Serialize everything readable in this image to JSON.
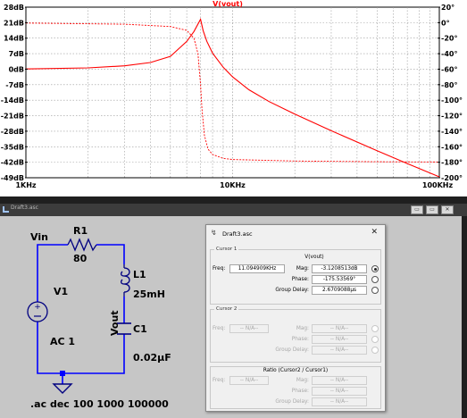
{
  "plot": {
    "trace_title": "V(vout)",
    "left_axis_ticks": [
      "28dB",
      "21dB",
      "14dB",
      "7dB",
      "0dB",
      "-7dB",
      "-14dB",
      "-21dB",
      "-28dB",
      "-35dB",
      "-42dB",
      "-49dB"
    ],
    "right_axis_ticks": [
      "20°",
      "0°",
      "-20°",
      "-40°",
      "-60°",
      "-80°",
      "-100°",
      "-120°",
      "-140°",
      "-160°",
      "-180°",
      "-200°"
    ],
    "x_axis_ticks": [
      "1KHz",
      "10KHz",
      "100KHz"
    ],
    "colors": {
      "trace": "#ff0000",
      "grid": "#9a9a9a",
      "background": "#ffffff"
    }
  },
  "chart_data": {
    "type": "line",
    "title": "V(vout)",
    "x_scale": "log",
    "x_range_hz": [
      1000,
      100000
    ],
    "y_left_range_db": [
      -49,
      28
    ],
    "y_right_range_deg": [
      -200,
      20
    ],
    "grid": true,
    "series": [
      {
        "name": "",
        "style": "solid",
        "axis": "left",
        "x": [
          1000,
          2000,
          3000,
          4000,
          5000,
          6000,
          6500,
          7000,
          7200,
          7500,
          8000,
          9000,
          10000,
          12000,
          15000,
          20000,
          30000,
          50000,
          70000,
          100000
        ],
        "y": [
          0.1,
          0.6,
          1.5,
          3.0,
          5.8,
          12.5,
          17.0,
          22.5,
          17.4,
          12.6,
          7.2,
          0.9,
          -3.5,
          -9.3,
          -14.6,
          -20.3,
          -27.8,
          -36.8,
          -42.6,
          -48.6
        ]
      },
      {
        "name": "",
        "style": "dashed",
        "axis": "right",
        "x": [
          1000,
          3000,
          5000,
          6000,
          6500,
          6800,
          7000,
          7100,
          7300,
          7600,
          8000,
          9000,
          10000,
          20000,
          50000,
          100000
        ],
        "y": [
          -0.5,
          -2.0,
          -5.0,
          -10.0,
          -20.0,
          -40.0,
          -80.0,
          -110.0,
          -145.0,
          -163.0,
          -170.0,
          -175.0,
          -176.5,
          -178.5,
          -179.4,
          -179.7
        ]
      }
    ]
  },
  "schematic": {
    "window_title": "Draft3.asc",
    "win_buttons": [
      "▭",
      "▭",
      "✕"
    ],
    "labels": {
      "vin": "Vin",
      "r1": "R1",
      "r1_value": "80",
      "l1": "L1",
      "l1_value": "25mH",
      "c1": "C1",
      "c1_value": "0.02µF",
      "v1": "V1",
      "v1_value": "AC 1",
      "vout": "Vout",
      "directive": ".ac dec 100 1000 100000"
    },
    "colors": {
      "wire": "#0000ff",
      "component": "#000080",
      "background": "#c6c6c6"
    }
  },
  "dialog": {
    "title": "Draft3.asc",
    "close_glyph": "✕",
    "cursor1": {
      "group_label": "Cursor 1",
      "trace": "V(vout)",
      "freq_label": "Freq:",
      "freq_value": "11.094909KHz",
      "mag_label": "Mag:",
      "mag_value": "-3.1208513dB",
      "phase_label": "Phase:",
      "phase_value": "-175.53569°",
      "gd_label": "Group Delay:",
      "gd_value": "2.6709088µs"
    },
    "cursor2": {
      "group_label": "Cursor 2",
      "freq_label": "Freq:",
      "freq_value": "-- N/A--",
      "mag_label": "Mag:",
      "mag_value": "-- N/A--",
      "phase_label": "Phase:",
      "phase_value": "-- N/A--",
      "gd_label": "Group Delay:",
      "gd_value": "-- N/A--"
    },
    "ratio": {
      "label": "Ratio (Cursor2 / Cursor1)",
      "freq_label": "Freq:",
      "freq_value": "-- N/A--",
      "mag_label": "Mag:",
      "mag_value": "-- N/A--",
      "phase_label": "Phase:",
      "phase_value": "-- N/A--",
      "gd_label": "Group Delay:",
      "gd_value": "-- N/A--"
    }
  }
}
